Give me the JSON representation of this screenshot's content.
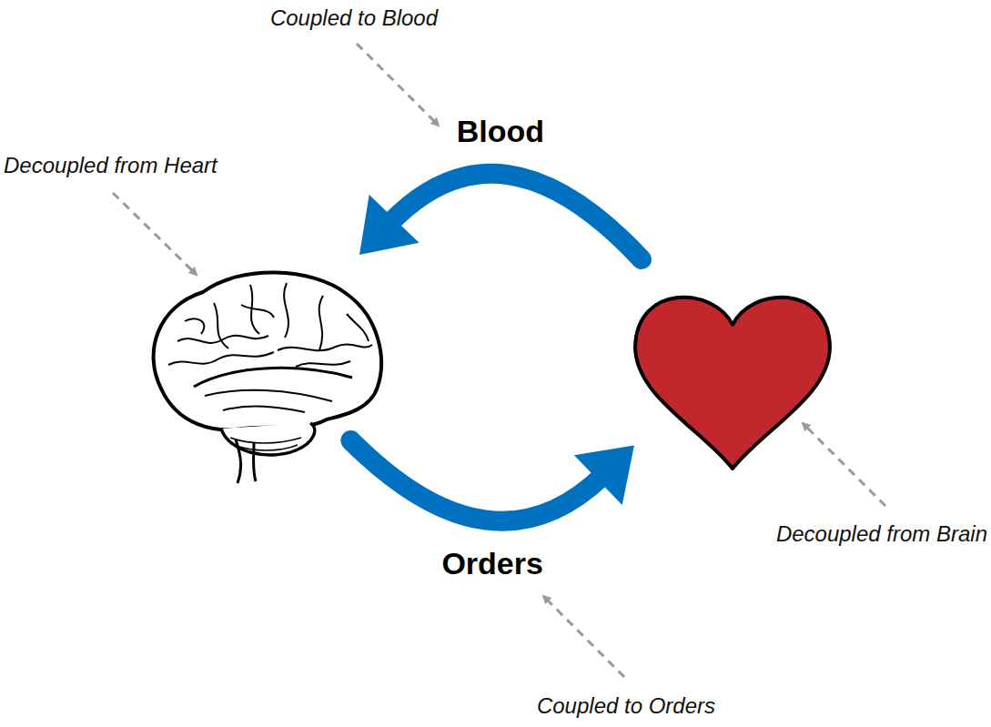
{
  "diagram": {
    "nodes": [
      {
        "text": [
          "Decoupled from Heart"
        ]
      },
      {
        "text": [
          "Decoupled from Brain"
        ]
      }
    ],
    "edges": [
      {
        "from": 1,
        "to": 0,
        "label": "Blood",
        "arrow": "to"
      },
      {
        "from": 0,
        "to": 1,
        "label": "Orders",
        "arrow": "to"
      }
    ],
    "labels": [
      "Coupled to Blood",
      "Coupled to Orders"
    ]
  }
}
